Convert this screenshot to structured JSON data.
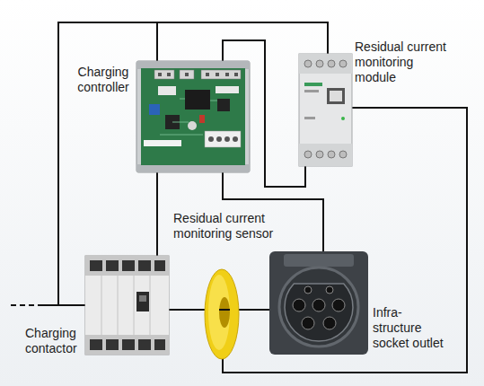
{
  "diagram": {
    "nodes": [
      {
        "text": [
          "Charging controller"
        ]
      },
      {
        "text": [
          "Residual current monitoring module"
        ]
      },
      {
        "text": [
          "Residual current monitoring sensor"
        ]
      },
      {
        "text": [
          "Charging contactor"
        ]
      },
      {
        "text": [
          "Infra- structure socket outlet"
        ]
      }
    ],
    "edges": [
      {
        "from": 0,
        "to": 1,
        "arrow": "none"
      },
      {
        "from": 1,
        "to": 2,
        "arrow": "none"
      },
      {
        "from": 0,
        "to": 4,
        "arrow": "none"
      },
      {
        "from": 0,
        "to": 3,
        "arrow": "none"
      },
      {
        "from": 3,
        "to": 2,
        "arrow": "none"
      },
      {
        "from": 2,
        "to": 4,
        "arrow": "none"
      }
    ]
  }
}
